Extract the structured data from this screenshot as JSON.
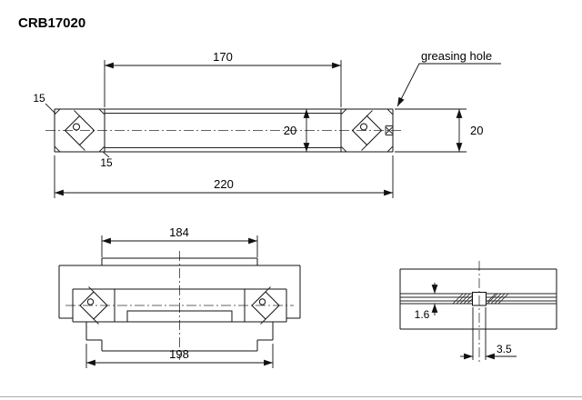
{
  "title": "CRB17020",
  "top_view": {
    "width_inner": "170",
    "width_outer": "220",
    "height_mid": "20",
    "height_right": "20",
    "chamfer_top_left": "15",
    "chamfer_bottom_left": "15",
    "greasing_hole_label": "greasing hole"
  },
  "mount_view": {
    "width_top": "184",
    "width_bottom": "198"
  },
  "detail_view": {
    "groove_width": "1.6",
    "hole_diameter": "3.5"
  }
}
